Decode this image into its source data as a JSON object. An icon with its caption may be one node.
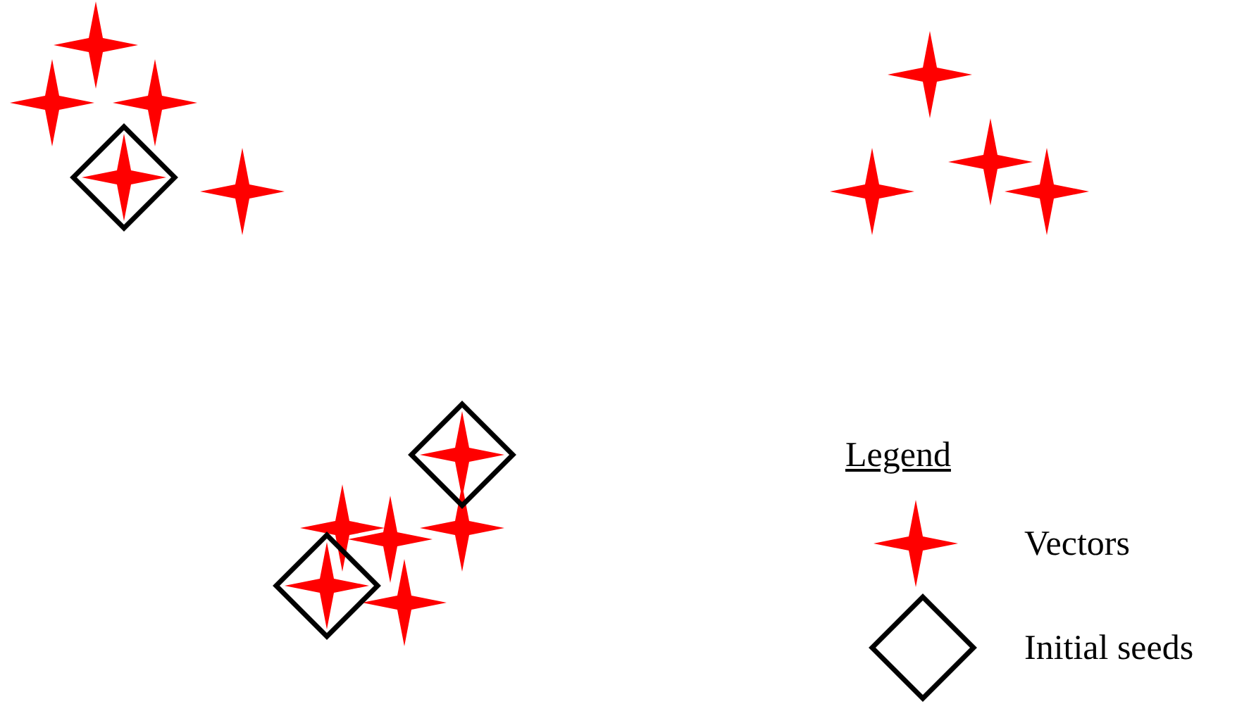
{
  "diagram": {
    "labels": [
      "Legend"
    ],
    "legend": [
      {
        "text": "Vectors"
      },
      {
        "text": "Initial seeds"
      }
    ]
  }
}
